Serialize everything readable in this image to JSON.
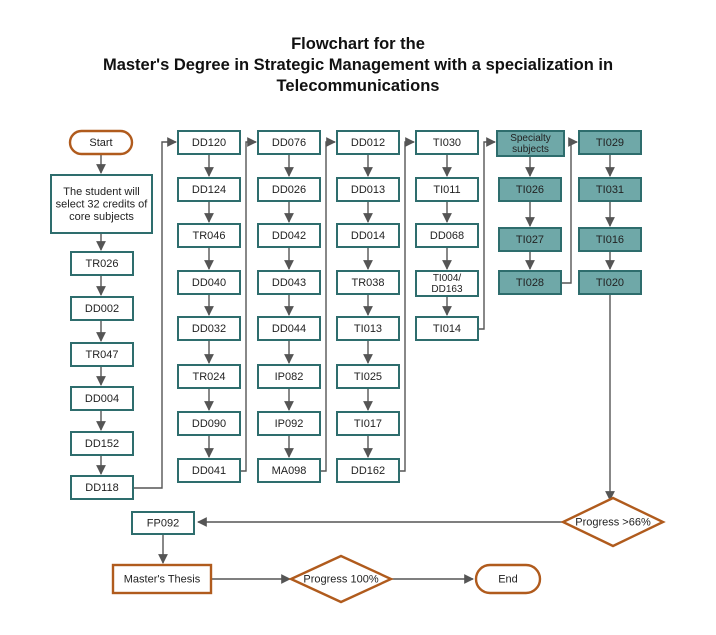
{
  "title": {
    "line1": "Flowchart for the",
    "line2": "Master's Degree in Strategic Management with a specialization in",
    "line3": "Telecommunications"
  },
  "colors": {
    "outline": "#2e6d6d",
    "terminal": "#b05b1d",
    "specialty_fill": "#6fa8a8",
    "connector": "#555555"
  },
  "nodes": {
    "start": "Start",
    "intro": [
      "The student will",
      "select 32 credits of",
      "core subjects"
    ],
    "col1": [
      "TR026",
      "DD002",
      "TR047",
      "DD004",
      "DD152",
      "DD118"
    ],
    "col2": [
      "DD120",
      "DD124",
      "TR046",
      "DD040",
      "DD032",
      "TR024",
      "DD090",
      "DD041"
    ],
    "col3": [
      "DD076",
      "DD026",
      "DD042",
      "DD043",
      "DD044",
      "IP082",
      "IP092",
      "MA098"
    ],
    "col4": [
      "DD012",
      "DD013",
      "DD014",
      "TR038",
      "TI013",
      "TI025",
      "TI017",
      "DD162"
    ],
    "col5": [
      "TI030",
      "TI011",
      "DD068",
      "TI004/ DD163",
      "TI014"
    ],
    "specialty_header": [
      "Specialty",
      "subjects"
    ],
    "col6": [
      "TI026",
      "TI027",
      "TI028"
    ],
    "col7": [
      "TI029",
      "TI031",
      "TI016",
      "TI020"
    ],
    "progress66": "Progress >66%",
    "fp092": "FP092",
    "thesis": "Master's Thesis",
    "progress100": "Progress 100%",
    "end": "End"
  }
}
